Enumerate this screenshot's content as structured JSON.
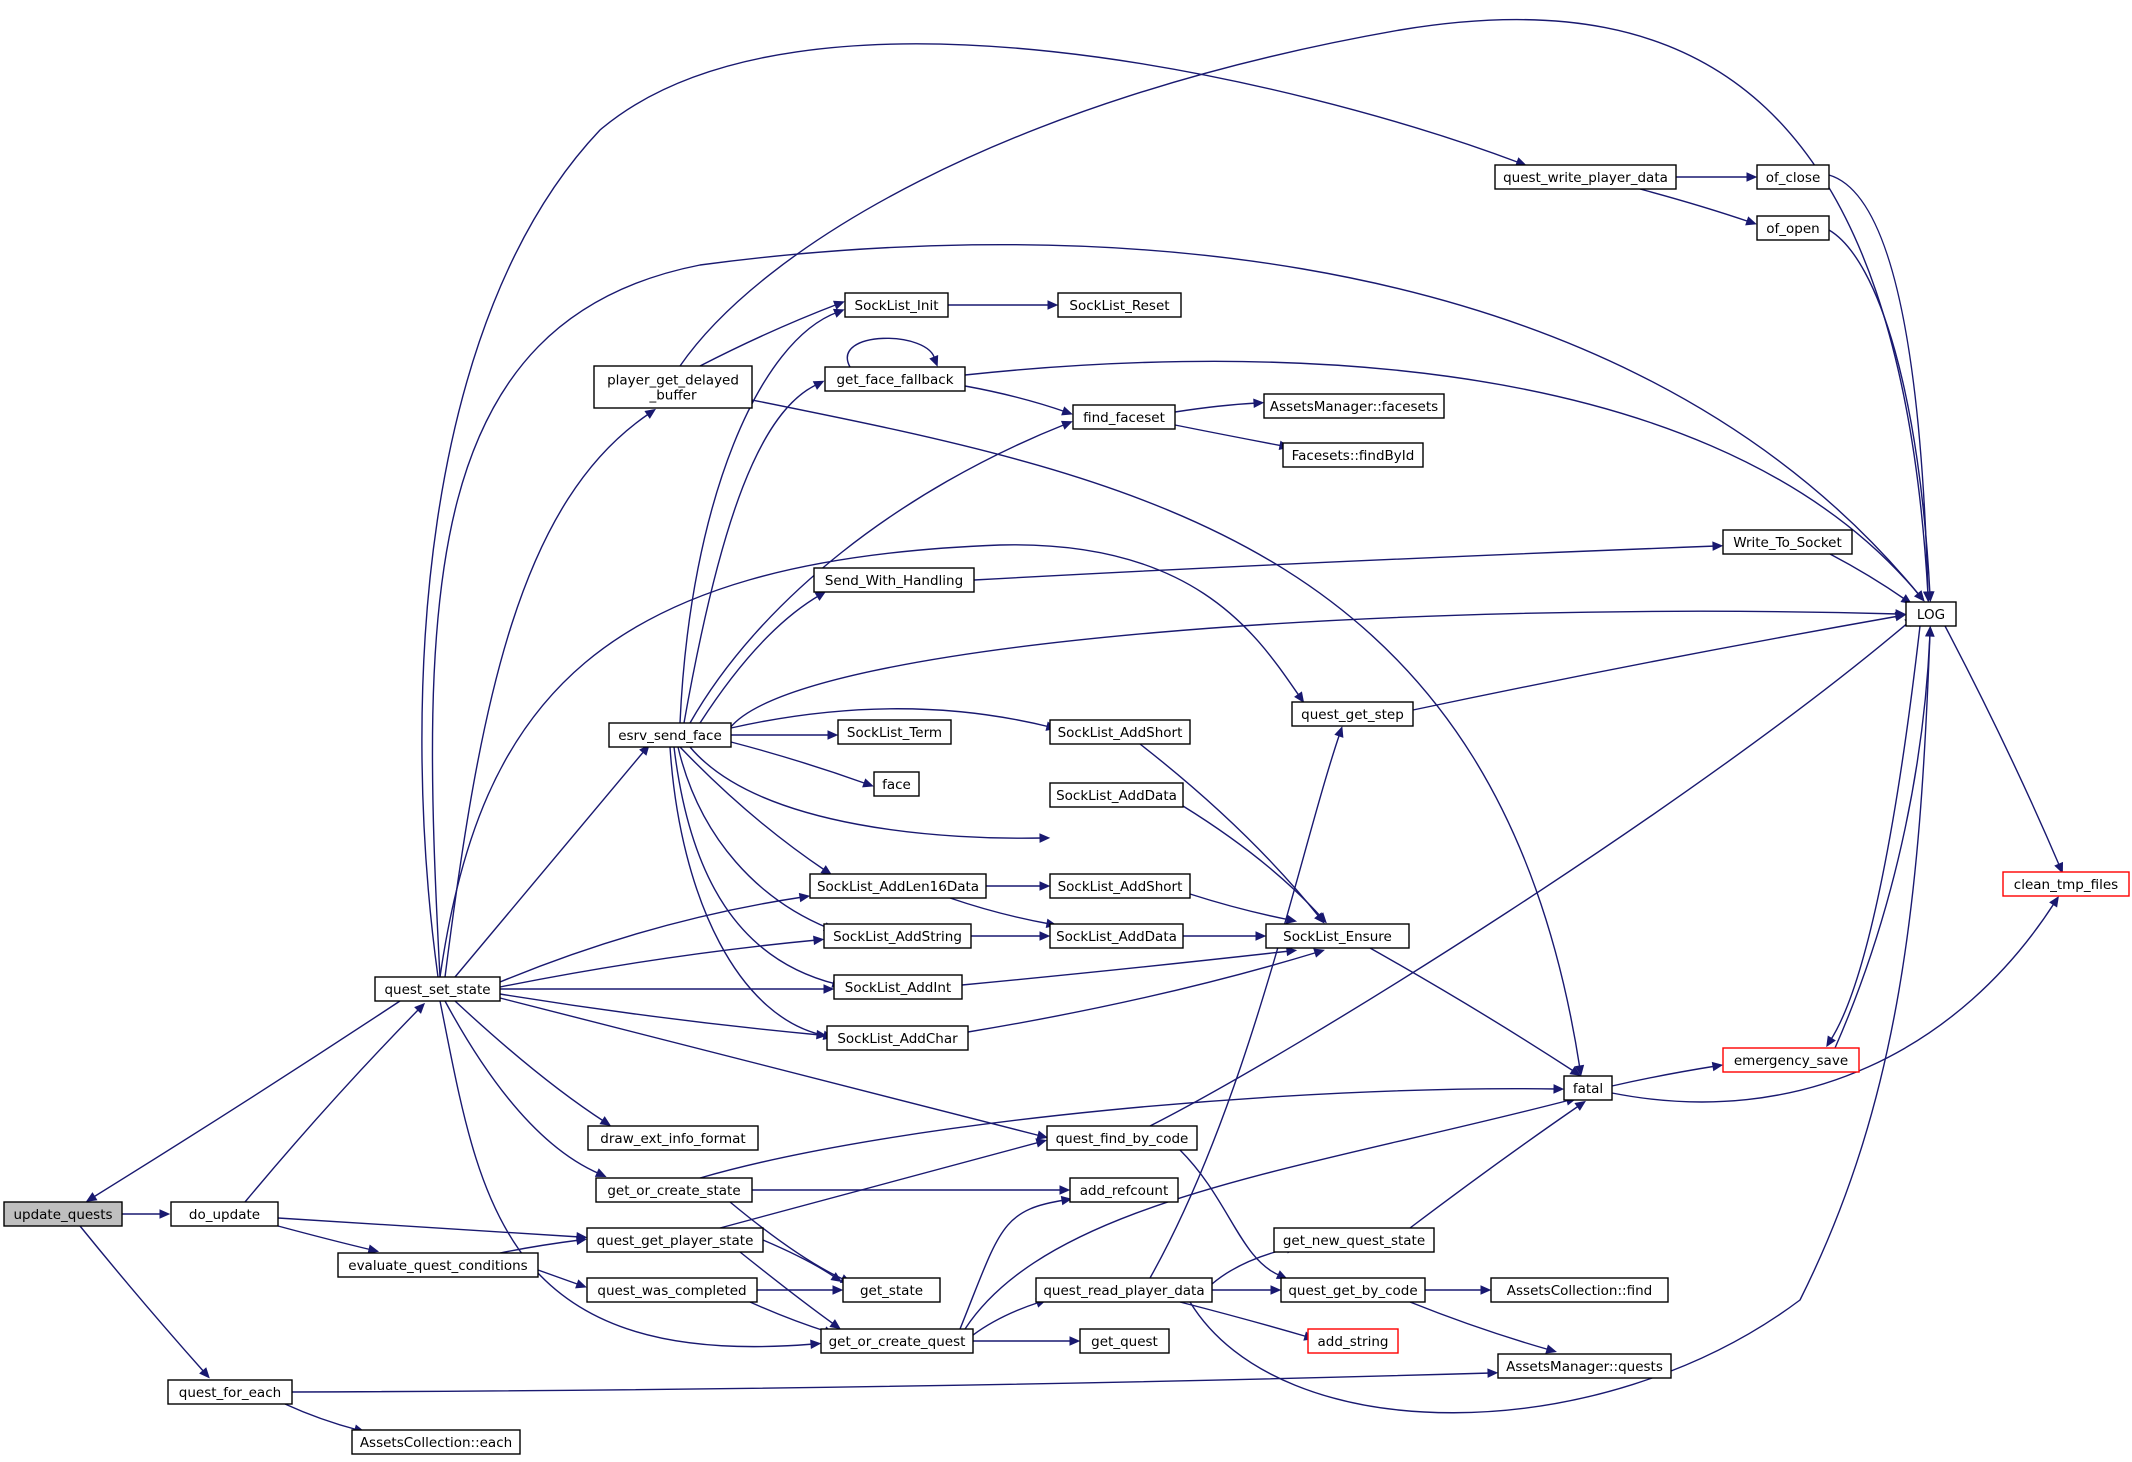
{
  "graph": {
    "type": "call-graph",
    "colors": {
      "edge": "#191970",
      "root_fill": "#bfbfbf",
      "truncated_border": "#ff0000"
    },
    "nodes": [
      {
        "id": "update_quests",
        "label": [
          "update_quests"
        ],
        "root": true
      },
      {
        "id": "do_update",
        "label": [
          "do_update"
        ]
      },
      {
        "id": "quest_for_each",
        "label": [
          "quest_for_each"
        ]
      },
      {
        "id": "AssetsCollection_each",
        "label": [
          "AssetsCollection::each"
        ]
      },
      {
        "id": "evaluate_quest_conditions",
        "label": [
          "evaluate_quest_conditions"
        ]
      },
      {
        "id": "quest_set_state",
        "label": [
          "quest_set_state"
        ]
      },
      {
        "id": "quest_get_player_state",
        "label": [
          "quest_get_player_state"
        ]
      },
      {
        "id": "quest_was_completed",
        "label": [
          "quest_was_completed"
        ]
      },
      {
        "id": "get_or_create_state",
        "label": [
          "get_or_create_state"
        ]
      },
      {
        "id": "draw_ext_info_format",
        "label": [
          "draw_ext_info_format"
        ]
      },
      {
        "id": "get_state",
        "label": [
          "get_state"
        ]
      },
      {
        "id": "get_or_create_quest",
        "label": [
          "get_or_create_quest"
        ]
      },
      {
        "id": "get_quest",
        "label": [
          "get_quest"
        ]
      },
      {
        "id": "add_refcount",
        "label": [
          "add_refcount"
        ]
      },
      {
        "id": "quest_read_player_data",
        "label": [
          "quest_read_player_data"
        ]
      },
      {
        "id": "quest_find_by_code",
        "label": [
          "quest_find_by_code"
        ]
      },
      {
        "id": "get_new_quest_state",
        "label": [
          "get_new_quest_state"
        ]
      },
      {
        "id": "quest_get_by_code",
        "label": [
          "quest_get_by_code"
        ]
      },
      {
        "id": "add_string",
        "label": [
          "add_string"
        ],
        "truncated": true
      },
      {
        "id": "AssetsCollection_find",
        "label": [
          "AssetsCollection::find"
        ]
      },
      {
        "id": "AssetsManager_quests",
        "label": [
          "AssetsManager::quests"
        ]
      },
      {
        "id": "esrv_send_face",
        "label": [
          "esrv_send_face"
        ]
      },
      {
        "id": "player_get_delayed_buffer",
        "label": [
          "player_get_delayed",
          "_buffer"
        ]
      },
      {
        "id": "SockList_Init",
        "label": [
          "SockList_Init"
        ]
      },
      {
        "id": "SockList_Reset",
        "label": [
          "SockList_Reset"
        ]
      },
      {
        "id": "get_face_fallback",
        "label": [
          "get_face_fallback"
        ]
      },
      {
        "id": "find_faceset",
        "label": [
          "find_faceset"
        ]
      },
      {
        "id": "AssetsManager_facesets",
        "label": [
          "AssetsManager::facesets"
        ]
      },
      {
        "id": "Facesets_findById",
        "label": [
          "Facesets::findById"
        ]
      },
      {
        "id": "Send_With_Handling",
        "label": [
          "Send_With_Handling"
        ]
      },
      {
        "id": "Write_To_Socket",
        "label": [
          "Write_To_Socket"
        ]
      },
      {
        "id": "SockList_Term",
        "label": [
          "SockList_Term"
        ]
      },
      {
        "id": "face",
        "label": [
          "face"
        ]
      },
      {
        "id": "SockList_AddShort_1",
        "label": [
          "SockList_AddShort"
        ]
      },
      {
        "id": "SockList_AddData_1",
        "label": [
          "SockList_AddData"
        ]
      },
      {
        "id": "SockList_AddLen16Data",
        "label": [
          "SockList_AddLen16Data"
        ]
      },
      {
        "id": "SockList_AddShort_2",
        "label": [
          "SockList_AddShort"
        ]
      },
      {
        "id": "SockList_AddString",
        "label": [
          "SockList_AddString"
        ]
      },
      {
        "id": "SockList_AddData_2",
        "label": [
          "SockList_AddData"
        ]
      },
      {
        "id": "SockList_Ensure",
        "label": [
          "SockList_Ensure"
        ]
      },
      {
        "id": "SockList_AddInt",
        "label": [
          "SockList_AddInt"
        ]
      },
      {
        "id": "SockList_AddChar",
        "label": [
          "SockList_AddChar"
        ]
      },
      {
        "id": "quest_get_step",
        "label": [
          "quest_get_step"
        ]
      },
      {
        "id": "quest_write_player_data",
        "label": [
          "quest_write_player_data"
        ]
      },
      {
        "id": "of_close",
        "label": [
          "of_close"
        ]
      },
      {
        "id": "of_open",
        "label": [
          "of_open"
        ]
      },
      {
        "id": "LOG",
        "label": [
          "LOG"
        ]
      },
      {
        "id": "fatal",
        "label": [
          "fatal"
        ]
      },
      {
        "id": "emergency_save",
        "label": [
          "emergency_save"
        ],
        "truncated": true
      },
      {
        "id": "clean_tmp_files",
        "label": [
          "clean_tmp_files"
        ],
        "truncated": true
      }
    ],
    "edges": [
      [
        "update_quests",
        "do_update"
      ],
      [
        "update_quests",
        "quest_for_each"
      ],
      [
        "quest_set_state",
        "update_quests"
      ],
      [
        "do_update",
        "quest_set_state"
      ],
      [
        "do_update",
        "quest_get_player_state"
      ],
      [
        "do_update",
        "evaluate_quest_conditions"
      ],
      [
        "evaluate_quest_conditions",
        "quest_get_player_state"
      ],
      [
        "evaluate_quest_conditions",
        "quest_was_completed"
      ],
      [
        "quest_for_each",
        "AssetsCollection_each"
      ],
      [
        "quest_for_each",
        "AssetsManager_quests"
      ],
      [
        "quest_set_state",
        "quest_write_player_data"
      ],
      [
        "quest_set_state",
        "LOG"
      ],
      [
        "quest_set_state",
        "player_get_delayed_buffer"
      ],
      [
        "quest_set_state",
        "quest_get_step"
      ],
      [
        "quest_set_state",
        "esrv_send_face"
      ],
      [
        "quest_set_state",
        "SockList_AddLen16Data"
      ],
      [
        "quest_set_state",
        "SockList_AddString"
      ],
      [
        "quest_set_state",
        "SockList_AddInt"
      ],
      [
        "quest_set_state",
        "SockList_AddChar"
      ],
      [
        "quest_set_state",
        "quest_find_by_code"
      ],
      [
        "quest_set_state",
        "draw_ext_info_format"
      ],
      [
        "quest_set_state",
        "get_or_create_state"
      ],
      [
        "quest_set_state",
        "get_or_create_quest"
      ],
      [
        "player_get_delayed_buffer",
        "LOG"
      ],
      [
        "player_get_delayed_buffer",
        "SockList_Init"
      ],
      [
        "player_get_delayed_buffer",
        "fatal"
      ],
      [
        "esrv_send_face",
        "SockList_Init"
      ],
      [
        "esrv_send_face",
        "get_face_fallback"
      ],
      [
        "esrv_send_face",
        "find_faceset"
      ],
      [
        "esrv_send_face",
        "Send_With_Handling"
      ],
      [
        "esrv_send_face",
        "LOG"
      ],
      [
        "esrv_send_face",
        "SockList_AddShort_1"
      ],
      [
        "esrv_send_face",
        "SockList_Term"
      ],
      [
        "esrv_send_face",
        "face"
      ],
      [
        "esrv_send_face",
        "SockList_AddData_1"
      ],
      [
        "esrv_send_face",
        "SockList_AddLen16Data"
      ],
      [
        "esrv_send_face",
        "SockList_AddString"
      ],
      [
        "esrv_send_face",
        "SockList_AddInt"
      ],
      [
        "esrv_send_face",
        "SockList_AddChar"
      ],
      [
        "SockList_Init",
        "SockList_Reset"
      ],
      [
        "get_face_fallback",
        "get_face_fallback"
      ],
      [
        "get_face_fallback",
        "find_faceset"
      ],
      [
        "get_face_fallback",
        "LOG"
      ],
      [
        "find_faceset",
        "AssetsManager_facesets"
      ],
      [
        "find_faceset",
        "Facesets_findById"
      ],
      [
        "Send_With_Handling",
        "Write_To_Socket"
      ],
      [
        "Write_To_Socket",
        "LOG"
      ],
      [
        "quest_write_player_data",
        "of_close"
      ],
      [
        "quest_write_player_data",
        "of_open"
      ],
      [
        "of_close",
        "LOG"
      ],
      [
        "of_open",
        "LOG"
      ],
      [
        "quest_get_step",
        "LOG"
      ],
      [
        "SockList_AddShort_1",
        "SockList_Ensure"
      ],
      [
        "SockList_AddData_1",
        "SockList_Ensure"
      ],
      [
        "SockList_AddLen16Data",
        "SockList_AddShort_2"
      ],
      [
        "SockList_AddLen16Data",
        "SockList_AddData_2"
      ],
      [
        "SockList_AddShort_2",
        "SockList_Ensure"
      ],
      [
        "SockList_AddString",
        "SockList_AddData_2"
      ],
      [
        "SockList_AddData_2",
        "SockList_Ensure"
      ],
      [
        "SockList_AddInt",
        "SockList_Ensure"
      ],
      [
        "SockList_AddChar",
        "SockList_Ensure"
      ],
      [
        "SockList_Ensure",
        "fatal"
      ],
      [
        "quest_find_by_code",
        "LOG"
      ],
      [
        "quest_find_by_code",
        "quest_get_by_code"
      ],
      [
        "get_or_create_state",
        "fatal"
      ],
      [
        "get_or_create_state",
        "add_refcount"
      ],
      [
        "get_or_create_state",
        "get_state"
      ],
      [
        "quest_get_player_state",
        "quest_find_by_code"
      ],
      [
        "quest_get_player_state",
        "get_state"
      ],
      [
        "quest_get_player_state",
        "get_or_create_quest"
      ],
      [
        "quest_was_completed",
        "get_state"
      ],
      [
        "quest_was_completed",
        "get_or_create_quest"
      ],
      [
        "get_or_create_quest",
        "add_refcount"
      ],
      [
        "get_or_create_quest",
        "fatal"
      ],
      [
        "get_or_create_quest",
        "quest_read_player_data"
      ],
      [
        "get_or_create_quest",
        "get_quest"
      ],
      [
        "quest_read_player_data",
        "quest_get_step"
      ],
      [
        "quest_read_player_data",
        "get_new_quest_state"
      ],
      [
        "quest_read_player_data",
        "quest_get_by_code"
      ],
      [
        "quest_read_player_data",
        "add_string"
      ],
      [
        "quest_read_player_data",
        "LOG"
      ],
      [
        "get_new_quest_state",
        "fatal"
      ],
      [
        "quest_get_by_code",
        "AssetsCollection_find"
      ],
      [
        "quest_get_by_code",
        "AssetsManager_quests"
      ],
      [
        "fatal",
        "emergency_save"
      ],
      [
        "fatal",
        "clean_tmp_files"
      ],
      [
        "emergency_save",
        "LOG"
      ],
      [
        "LOG",
        "emergency_save"
      ],
      [
        "LOG",
        "clean_tmp_files"
      ]
    ]
  }
}
